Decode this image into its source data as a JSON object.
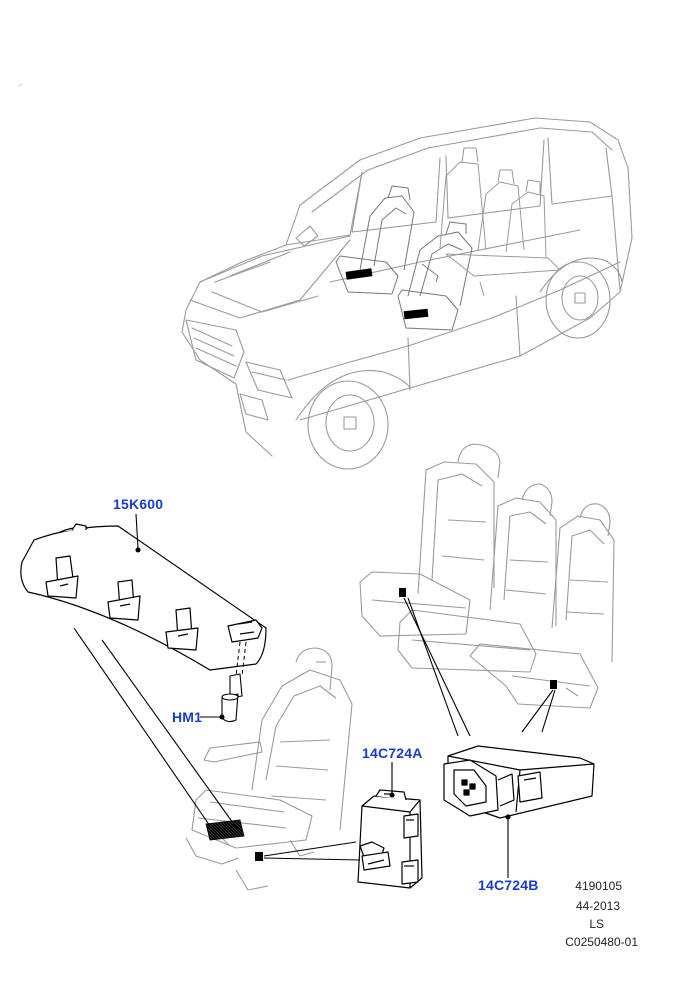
{
  "colors": {
    "label": "#1a3ccc",
    "ghost_stroke": "#9a9a9a",
    "part_stroke": "#000000",
    "leader": "#000000"
  },
  "part_labels": {
    "sensor_mat": "15K600",
    "harness_connector": "HM1",
    "module_front": "14C724A",
    "module_rear": "14C724B"
  },
  "reference": {
    "illustration_number": "4190105",
    "date_code": "44-2013",
    "region_code": "LS",
    "catalog_code": "C0250480-01"
  }
}
